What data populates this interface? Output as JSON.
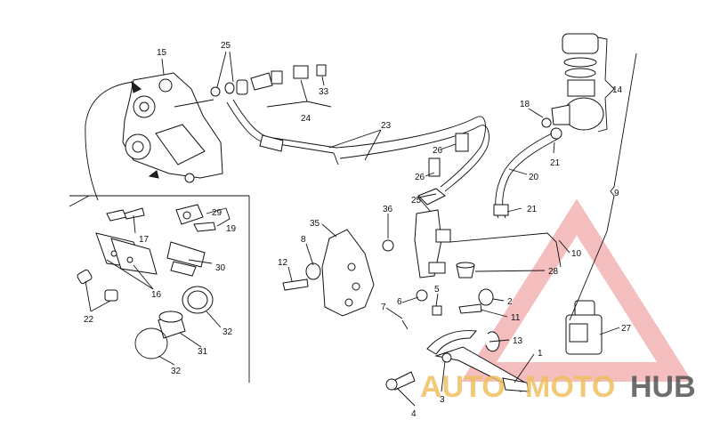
{
  "diagram": {
    "labels": [
      "15",
      "25",
      "33",
      "24",
      "23",
      "26",
      "26",
      "25",
      "18",
      "14",
      "21",
      "20",
      "9",
      "21",
      "36",
      "35",
      "8",
      "12",
      "10",
      "28",
      "2",
      "11",
      "6",
      "5",
      "7",
      "13",
      "1",
      "3",
      "4",
      "27",
      "29",
      "19",
      "17",
      "30",
      "16",
      "22",
      "32",
      "31",
      "32"
    ]
  },
  "watermark": {
    "part1": "AUTO",
    "part2": "MOTO",
    "part3": "HUB",
    "colors": {
      "triangle": "#f2b6b6",
      "auto": "#f0c060",
      "moto": "#f0c060",
      "hub": "#555555"
    }
  }
}
